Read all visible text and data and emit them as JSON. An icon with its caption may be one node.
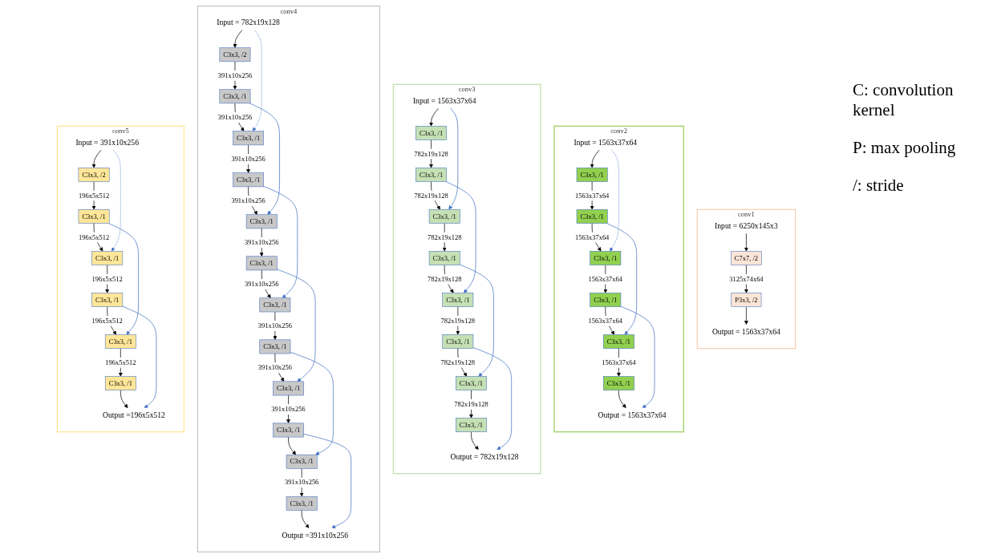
{
  "diagram": {
    "nodes": [
      {
        "text": [
          "conv1"
        ]
      },
      {
        "text": [
          "Input = 6250x145x3"
        ],
        "in": 0
      },
      {
        "text": [
          "C7x7, /2"
        ],
        "in": 0
      },
      {
        "text": [
          "P3x3, /2"
        ],
        "in": 0
      },
      {
        "text": [
          "Output = 1563x37x64"
        ],
        "in": 0
      },
      {
        "text": [
          "conv2"
        ]
      },
      {
        "text": [
          "Input = 1563x37x64"
        ],
        "in": 5
      },
      {
        "text": [
          "C3x3, /1"
        ],
        "in": 5
      },
      {
        "text": [
          "C3x3, /1"
        ],
        "in": 5
      },
      {
        "text": [
          "C3x3, /1"
        ],
        "in": 5
      },
      {
        "text": [
          "C3x3, /1"
        ],
        "in": 5
      },
      {
        "text": [
          "C3x3, /1"
        ],
        "in": 5
      },
      {
        "text": [
          "C3x3, /1"
        ],
        "in": 5
      },
      {
        "text": [
          "Output = 1563x37x64"
        ],
        "in": 5
      },
      {
        "text": [
          "conv3"
        ]
      },
      {
        "text": [
          "Input = 1563x37x64"
        ],
        "in": 14
      },
      {
        "text": [
          "C3x3, /1"
        ],
        "in": 14
      },
      {
        "text": [
          "C3x3, /1"
        ],
        "in": 14
      },
      {
        "text": [
          "C3x3, /1"
        ],
        "in": 14
      },
      {
        "text": [
          "C3x3, /1"
        ],
        "in": 14
      },
      {
        "text": [
          "C3x3, /1"
        ],
        "in": 14
      },
      {
        "text": [
          "C3x3, /1"
        ],
        "in": 14
      },
      {
        "text": [
          "C3x3, /1"
        ],
        "in": 14
      },
      {
        "text": [
          "C3x3, /1"
        ],
        "in": 14
      },
      {
        "text": [
          "Output = 782x19x128"
        ],
        "in": 14
      },
      {
        "text": [
          "conv4"
        ]
      },
      {
        "text": [
          "Input = 782x19x128"
        ],
        "in": 25
      },
      {
        "text": [
          "C3x3, /2"
        ],
        "in": 25
      },
      {
        "text": [
          "C3x3, /1"
        ],
        "in": 25
      },
      {
        "text": [
          "C3x3, /1"
        ],
        "in": 25
      },
      {
        "text": [
          "C3x3, /1"
        ],
        "in": 25
      },
      {
        "text": [
          "C3x3, /1"
        ],
        "in": 25
      },
      {
        "text": [
          "C3x3, /1"
        ],
        "in": 25
      },
      {
        "text": [
          "C3x3, /1"
        ],
        "in": 25
      },
      {
        "text": [
          "C3x3, /1"
        ],
        "in": 25
      },
      {
        "text": [
          "C3x3, /1"
        ],
        "in": 25
      },
      {
        "text": [
          "C3x3, /1"
        ],
        "in": 25
      },
      {
        "text": [
          "C3x3, /1"
        ],
        "in": 25
      },
      {
        "text": [
          "C3x3, /1"
        ],
        "in": 25
      },
      {
        "text": [
          "Output =391x10x256"
        ],
        "in": 25
      },
      {
        "text": [
          "conv5"
        ]
      },
      {
        "text": [
          "Input = 391x10x256"
        ],
        "in": 40
      },
      {
        "text": [
          "C3x3, /2"
        ],
        "in": 40
      },
      {
        "text": [
          "C3x3, /1"
        ],
        "in": 40
      },
      {
        "text": [
          "C3x3, /1"
        ],
        "in": 40
      },
      {
        "text": [
          "C3x3, /1"
        ],
        "in": 40
      },
      {
        "text": [
          "C3x3, /1"
        ],
        "in": 40
      },
      {
        "text": [
          "C3x3, /1"
        ],
        "in": 40
      },
      {
        "text": [
          "Output =196x5x512"
        ],
        "in": 40
      }
    ],
    "edges": [
      {
        "from": 1,
        "to": 2,
        "arrow": "to"
      },
      {
        "from": 2,
        "to": 3,
        "arrow": "to",
        "label": "3125x74x64"
      },
      {
        "from": 3,
        "to": 4,
        "arrow": "to"
      },
      {
        "from": 6,
        "to": 7,
        "arrow": "to"
      },
      {
        "from": 7,
        "to": 8,
        "arrow": "to",
        "label": "1563x37x64"
      },
      {
        "from": 8,
        "to": 9,
        "arrow": "to",
        "label": "1563x37x64"
      },
      {
        "from": 9,
        "to": 10,
        "arrow": "to",
        "label": "1563x37x64"
      },
      {
        "from": 10,
        "to": 11,
        "arrow": "to",
        "label": "1563x37x64"
      },
      {
        "from": 11,
        "to": 12,
        "arrow": "to",
        "label": "1563x37x64"
      },
      {
        "from": 12,
        "to": 13,
        "arrow": "to"
      },
      {
        "from": 6,
        "to": 9,
        "arrow": "to",
        "style": "dashed",
        "color": "#4472c4"
      },
      {
        "from": 8,
        "to": 11,
        "arrow": "to",
        "color": "#4472c4"
      },
      {
        "from": 10,
        "to": 13,
        "arrow": "to",
        "color": "#4472c4"
      },
      {
        "from": 15,
        "to": 16,
        "arrow": "to"
      },
      {
        "from": 16,
        "to": 17,
        "arrow": "to",
        "label": "782x19x128"
      },
      {
        "from": 17,
        "to": 18,
        "arrow": "to",
        "label": "782x19x128"
      },
      {
        "from": 18,
        "to": 19,
        "arrow": "to",
        "label": "782x19x128"
      },
      {
        "from": 19,
        "to": 20,
        "arrow": "to",
        "label": "782x19x128"
      },
      {
        "from": 20,
        "to": 21,
        "arrow": "to",
        "label": "782x19x128"
      },
      {
        "from": 21,
        "to": 22,
        "arrow": "to",
        "label": "782x19x128"
      },
      {
        "from": 22,
        "to": 23,
        "arrow": "to",
        "label": "782x19x128"
      },
      {
        "from": 23,
        "to": 24,
        "arrow": "to"
      },
      {
        "from": 15,
        "to": 18,
        "arrow": "to",
        "color": "#4472c4"
      },
      {
        "from": 17,
        "to": 20,
        "arrow": "to",
        "color": "#4472c4"
      },
      {
        "from": 19,
        "to": 22,
        "arrow": "to",
        "color": "#4472c4"
      },
      {
        "from": 21,
        "to": 24,
        "arrow": "to",
        "color": "#4472c4"
      },
      {
        "from": 26,
        "to": 27,
        "arrow": "to"
      },
      {
        "from": 27,
        "to": 28,
        "arrow": "to",
        "label": "391x10x256"
      },
      {
        "from": 28,
        "to": 29,
        "arrow": "to",
        "label": "391x10x256"
      },
      {
        "from": 29,
        "to": 30,
        "arrow": "to",
        "label": "391x10x256"
      },
      {
        "from": 30,
        "to": 31,
        "arrow": "to",
        "label": "391x10x256"
      },
      {
        "from": 31,
        "to": 32,
        "arrow": "to",
        "label": "391x10x256"
      },
      {
        "from": 32,
        "to": 33,
        "arrow": "to",
        "label": "391x10x256"
      },
      {
        "from": 33,
        "to": 34,
        "arrow": "to",
        "label": "391x10x256"
      },
      {
        "from": 34,
        "to": 35,
        "arrow": "to",
        "label": "391x10x256"
      },
      {
        "from": 35,
        "to": 36,
        "arrow": "to",
        "label": "391x10x256"
      },
      {
        "from": 36,
        "to": 37,
        "arrow": "to"
      },
      {
        "from": 37,
        "to": 38,
        "arrow": "to",
        "label": "391x10x256"
      },
      {
        "from": 38,
        "to": 39,
        "arrow": "to"
      },
      {
        "from": 26,
        "to": 29,
        "arrow": "to",
        "style": "dashed",
        "color": "#4472c4"
      },
      {
        "from": 28,
        "to": 31,
        "arrow": "to",
        "color": "#4472c4"
      },
      {
        "from": 30,
        "to": 33,
        "arrow": "to",
        "color": "#4472c4"
      },
      {
        "from": 32,
        "to": 35,
        "arrow": "to",
        "color": "#4472c4"
      },
      {
        "from": 34,
        "to": 37,
        "arrow": "to",
        "color": "#4472c4"
      },
      {
        "from": 36,
        "to": 39,
        "arrow": "to",
        "color": "#4472c4"
      },
      {
        "from": 41,
        "to": 42,
        "arrow": "to"
      },
      {
        "from": 42,
        "to": 43,
        "arrow": "to",
        "label": "196x5x512"
      },
      {
        "from": 43,
        "to": 44,
        "arrow": "to",
        "label": "196x5x512"
      },
      {
        "from": 44,
        "to": 45,
        "arrow": "to",
        "label": "196x5x512"
      },
      {
        "from": 45,
        "to": 46,
        "arrow": "to",
        "label": "196x5x512"
      },
      {
        "from": 46,
        "to": 47,
        "arrow": "to",
        "label": "196x5x512"
      },
      {
        "from": 47,
        "to": 48,
        "arrow": "to"
      },
      {
        "from": 41,
        "to": 44,
        "arrow": "to",
        "style": "dashed",
        "color": "#4472c4"
      },
      {
        "from": 43,
        "to": 46,
        "arrow": "to",
        "color": "#4472c4"
      },
      {
        "from": 45,
        "to": 48,
        "arrow": "to",
        "color": "#4472c4"
      }
    ],
    "labels": [
      "C: convolution kernel",
      "P: max pooling",
      "/: stride"
    ]
  }
}
